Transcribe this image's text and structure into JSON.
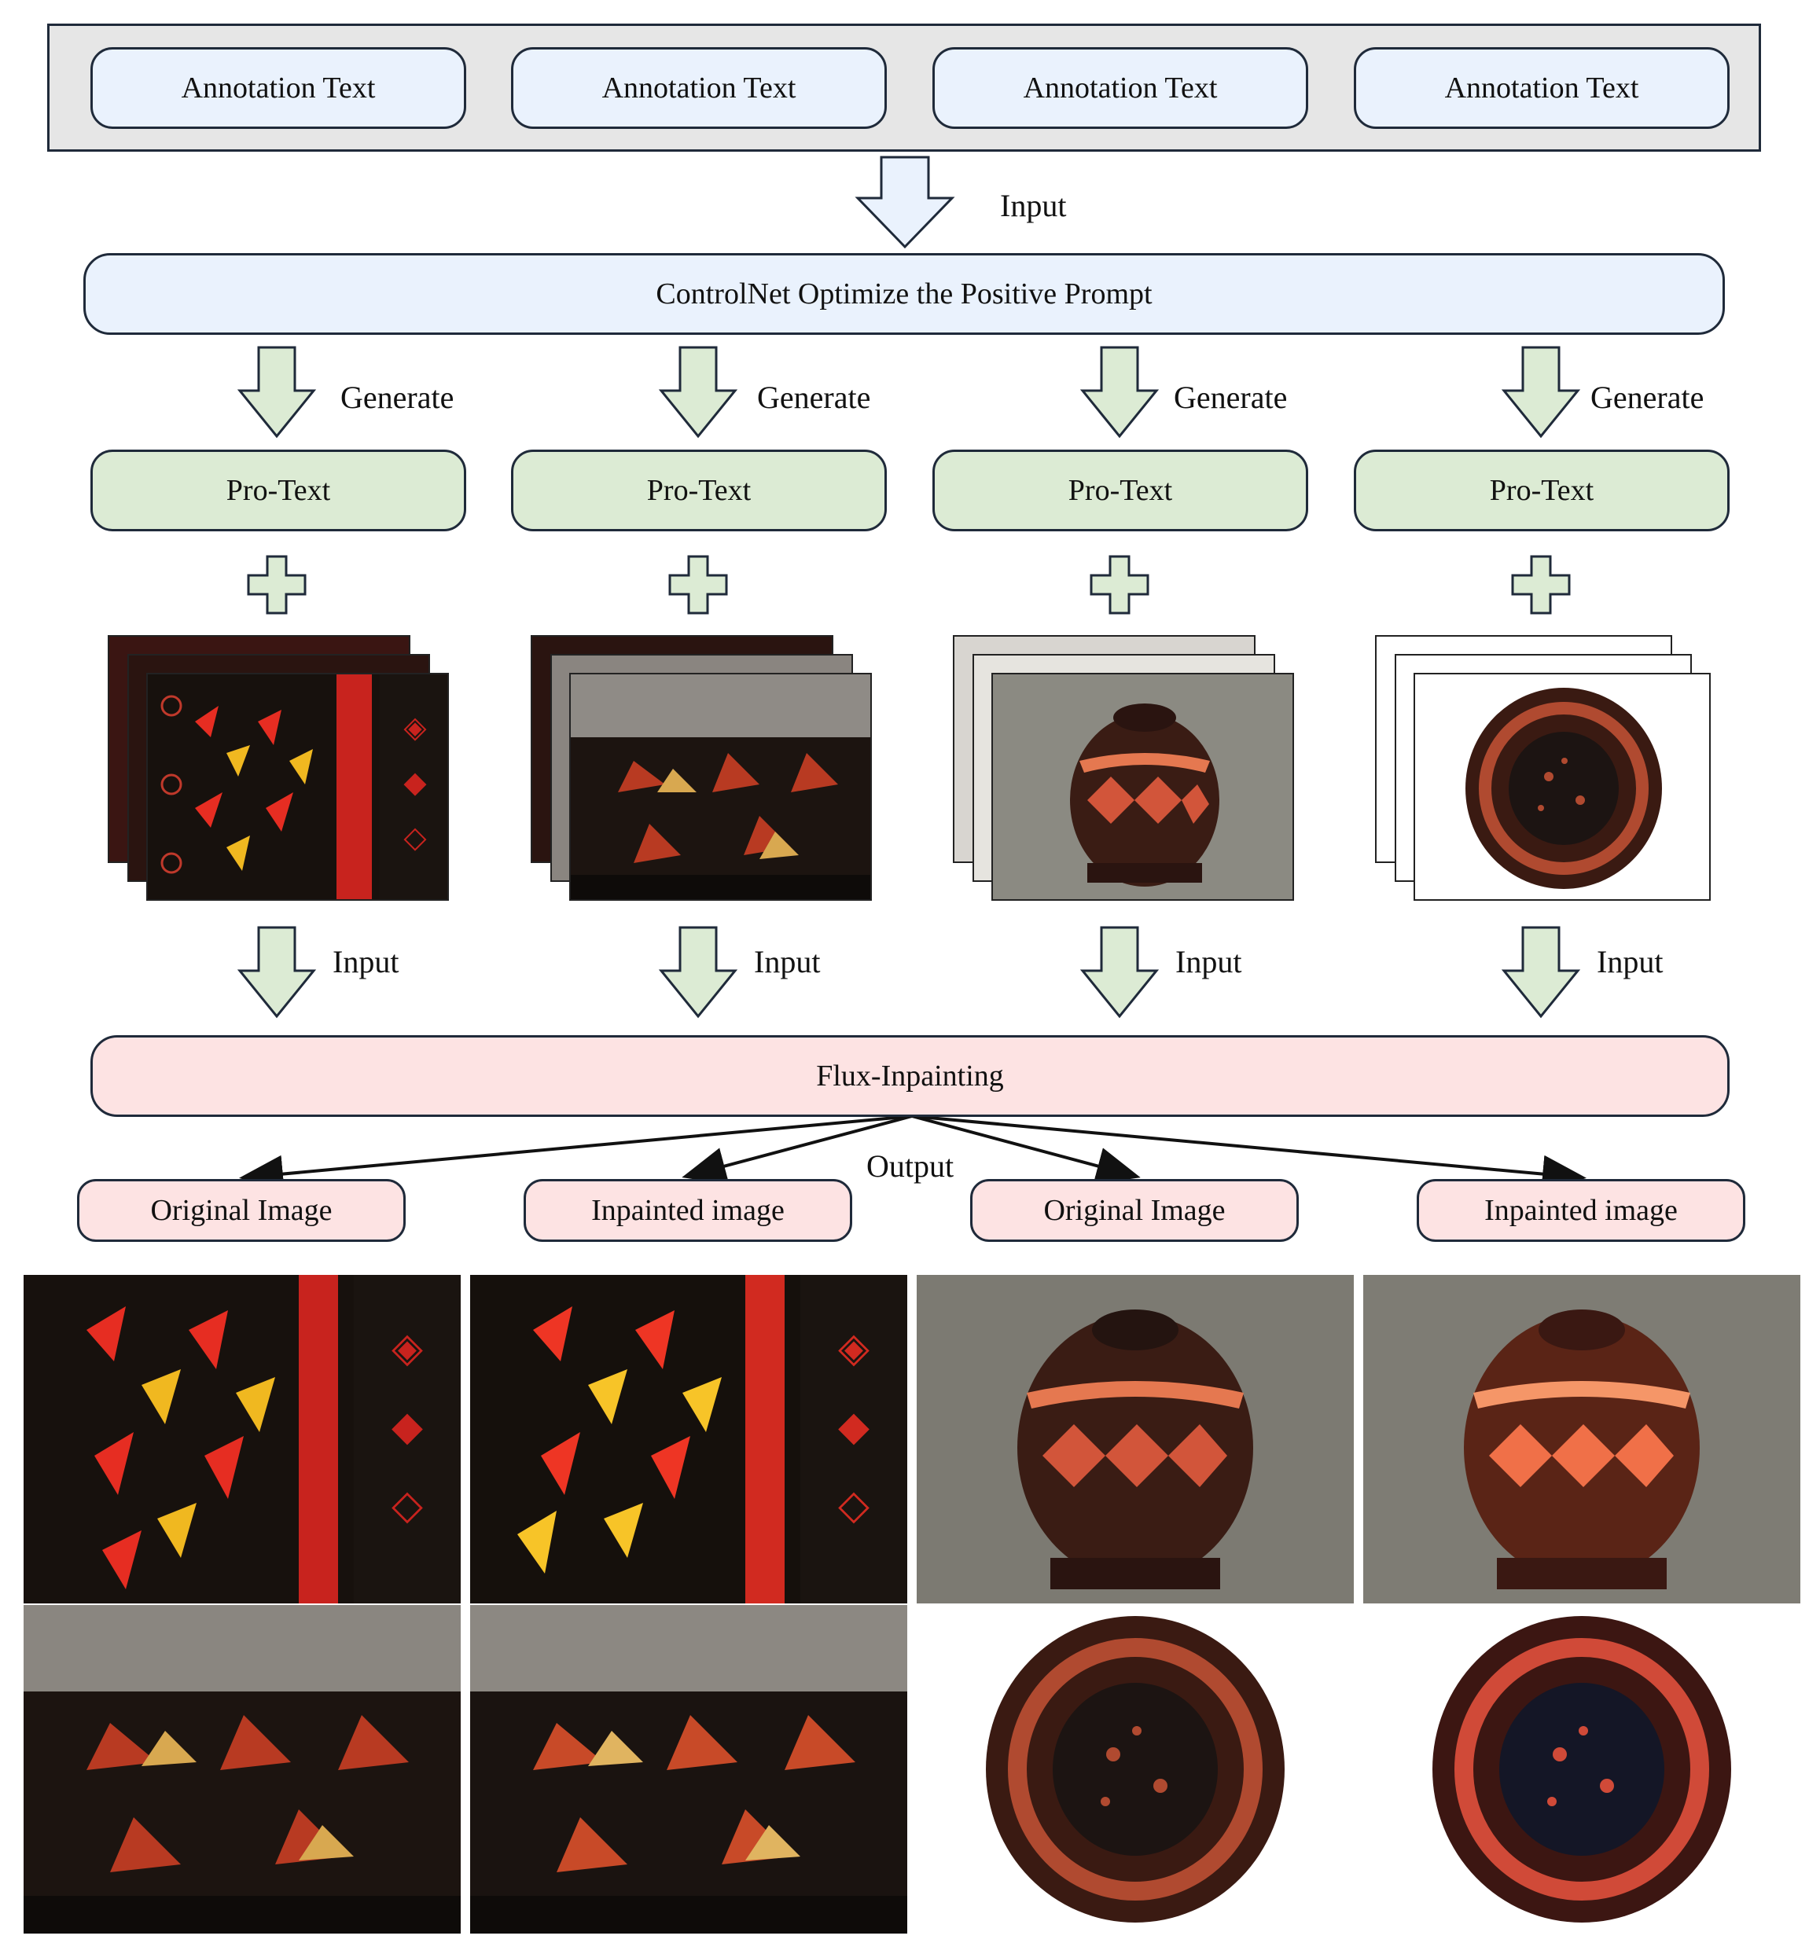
{
  "annotations": [
    "Annotation Text",
    "Annotation Text",
    "Annotation Text",
    "Annotation Text"
  ],
  "input_label_top": "Input",
  "controlnet_label": "ControlNet Optimize the Positive Prompt",
  "generate_labels": [
    "Generate",
    "Generate",
    "Generate",
    "Generate"
  ],
  "protext_labels": [
    "Pro-Text",
    "Pro-Text",
    "Pro-Text",
    "Pro-Text"
  ],
  "input_labels": [
    "Input",
    "Input",
    "Input",
    "Input"
  ],
  "flux_label": "Flux-Inpainting",
  "output_label": "Output",
  "result_labels": [
    "Original Image",
    "Inpainted image",
    "Original Image",
    "Inpainted image"
  ],
  "colors": {
    "blue_box": "#eaf2fd",
    "green_box": "#dcebd4",
    "pink_box": "#fde3e3",
    "arrow_green": "#dcebd4",
    "arrow_blue": "#eaf2fd",
    "lacquer_black": "#1a1410",
    "lacquer_red": "#c8231e",
    "lacquer_yellow": "#f0b820"
  },
  "icons": [
    "down-arrow-icon",
    "plus-icon"
  ],
  "photos": [
    "lacquer-box-photo",
    "lacquer-chest-photo",
    "lacquer-vase-photo",
    "lacquer-plate-photo"
  ]
}
